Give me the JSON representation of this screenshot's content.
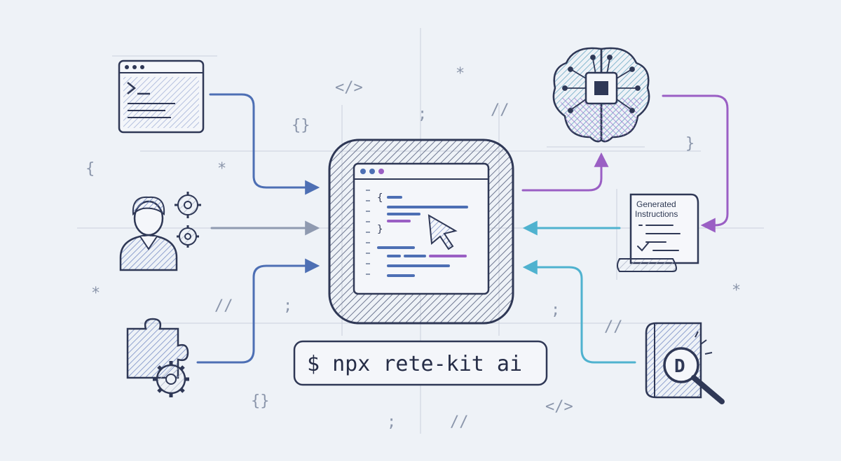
{
  "command": "$ npx rete-kit ai",
  "document": {
    "title_line1": "Generated",
    "title_line2": "Instructions"
  },
  "decorations": [
    "</>",
    "{}",
    ";",
    "//",
    "*",
    "{",
    "}"
  ],
  "icons": {
    "terminal": "terminal-window-icon",
    "developer": "developer-with-gears-icon",
    "plugin": "puzzle-with-gear-icon",
    "ai_brain": "ai-brain-chip-icon",
    "instructions": "generated-instructions-scroll-icon",
    "docs": "documentation-book-magnifier-icon",
    "editor": "code-editor-app-icon"
  },
  "colors": {
    "blue": "#4d6fb4",
    "gray": "#8f9ab0",
    "purple": "#9a5fc4",
    "teal": "#4fb2cf",
    "ink": "#2f3856"
  }
}
